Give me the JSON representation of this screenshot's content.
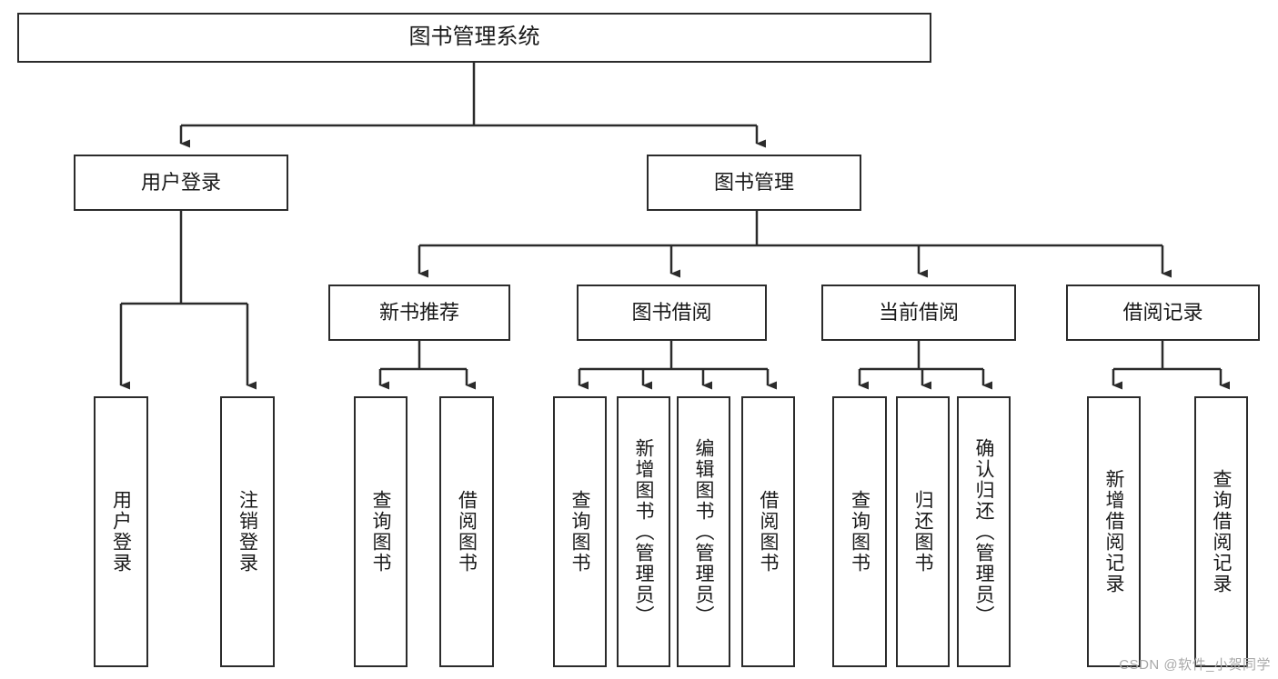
{
  "diagram": {
    "title": "图书管理系统",
    "root": {
      "label": "图书管理系统"
    },
    "level2": [
      {
        "label": "用户登录"
      },
      {
        "label": "图书管理"
      }
    ],
    "level3": [
      {
        "label": "新书推荐"
      },
      {
        "label": "图书借阅"
      },
      {
        "label": "当前借阅"
      },
      {
        "label": "借阅记录"
      }
    ],
    "leaves": {
      "user_login": [
        {
          "label": "用户登录"
        },
        {
          "label": "注销登录"
        }
      ],
      "new_book": [
        {
          "label": "查询图书"
        },
        {
          "label": "借阅图书"
        }
      ],
      "book_borrow": [
        {
          "label": "查询图书"
        },
        {
          "label": "新增图书（管理员）"
        },
        {
          "label": "编辑图书（管理员）"
        },
        {
          "label": "借阅图书"
        }
      ],
      "current_borrow": [
        {
          "label": "查询图书"
        },
        {
          "label": "归还图书"
        },
        {
          "label": "确认归还（管理员）"
        }
      ],
      "borrow_record": [
        {
          "label": "新增借阅记录"
        },
        {
          "label": "查询借阅记录"
        }
      ]
    }
  },
  "watermark": {
    "text": "CSDN @软件_小贺同学"
  },
  "colors": {
    "stroke": "#2b2b2b",
    "fill": "#ffffff",
    "text": "#1a1a1a",
    "watermark": "#a9a9a9"
  }
}
